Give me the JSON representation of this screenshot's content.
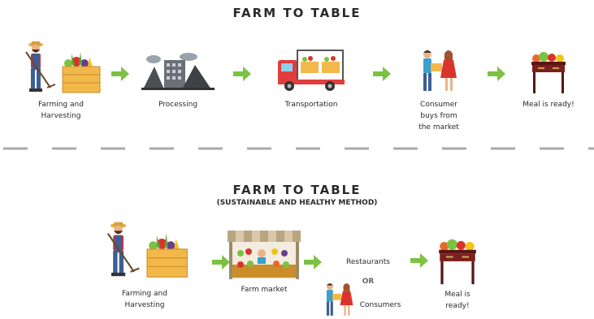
{
  "top": {
    "title": "FARM TO TABLE",
    "steps": [
      {
        "line1": "Farming and",
        "line2": "Harvesting"
      },
      {
        "line1": "Processing"
      },
      {
        "line1": "Transportation"
      },
      {
        "line1": "Consumer",
        "line2": "buys from",
        "line3": "the market"
      },
      {
        "line1": "Meal is ready!"
      }
    ]
  },
  "bottom": {
    "title": "FARM TO TABLE",
    "subtitle": "(SUSTAINABLE AND HEALTHY METHOD)",
    "steps": [
      {
        "line1": "Farming and",
        "line2": "Harvesting"
      },
      {
        "line1": "Farm market"
      },
      {
        "line1": "Restaurants",
        "or": "OR",
        "line2": "Consumers"
      },
      {
        "line1": "Meal is",
        "line2": "ready!"
      }
    ]
  },
  "colors": {
    "arrow": "#7cc242",
    "divider": "#a9a9a9",
    "crate": "#f2b94a",
    "table": "#7a1f1f",
    "truck": "#e23d3d"
  },
  "icons": [
    "farmer-icon",
    "crate-icon",
    "factory-icon",
    "truck-icon",
    "shoppers-icon",
    "meal-table-icon",
    "farm-market-icon",
    "arrow-right-icon"
  ]
}
